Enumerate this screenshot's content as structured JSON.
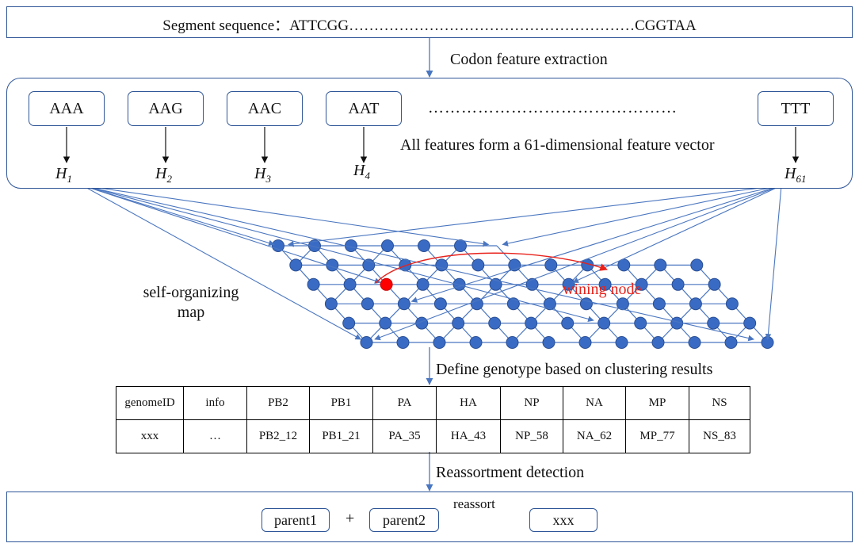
{
  "sequence_box": {
    "text": "Segment sequence：ATTCGG…………………………………………………CGGTAA"
  },
  "extraction": {
    "label": "Codon feature extraction"
  },
  "features": {
    "codons": [
      {
        "name": "AAA",
        "label": "H",
        "sub": "1"
      },
      {
        "name": "AAG",
        "label": "H",
        "sub": "2"
      },
      {
        "name": "AAC",
        "label": "H",
        "sub": "3"
      },
      {
        "name": "AAT",
        "label": "H",
        "sub": "4"
      },
      {
        "name": "TTT",
        "label": "H",
        "sub": "61"
      }
    ],
    "ellipsis": "………………………………………",
    "vector_text": "All features form a 61-dimensional feature vector"
  },
  "som": {
    "label": "self-organizing map",
    "winning_label": "wining node",
    "node_color": "#3a6bc4",
    "winning_color": "#ff0000",
    "rows": 6,
    "cols": 12
  },
  "genotype": {
    "label": "Define genotype based on clustering results",
    "headers": [
      "genomeID",
      "info",
      "PB2",
      "PB1",
      "PA",
      "HA",
      "NP",
      "NA",
      "MP",
      "NS"
    ],
    "row": [
      "xxx",
      "…",
      "PB2_12",
      "PB1_21",
      "PA_35",
      "HA_43",
      "NP_58",
      "NA_62",
      "MP_77",
      "NS_83"
    ]
  },
  "detection": {
    "label": "Reassortment detection",
    "parent1": "parent1",
    "plus": "+",
    "parent2": "parent2",
    "arrow_label": "reassort",
    "result": "xxx"
  },
  "colors": {
    "border": "#2e5597",
    "arrow": "#4a76c0",
    "highlight": "#e8221b"
  }
}
